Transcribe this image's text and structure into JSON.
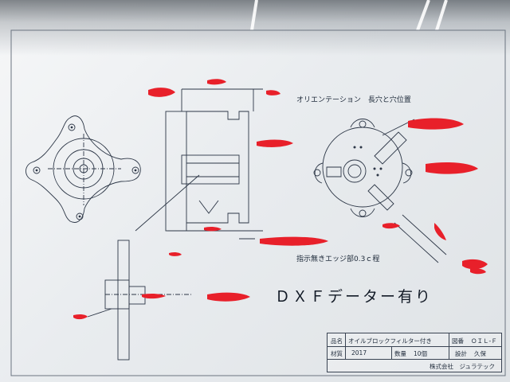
{
  "drawing": {
    "orientation_title": "オリエンテーション　長穴と穴位置",
    "chamfer_note": "指示無きエッジ部0.3ｃ程",
    "dxf_note": "ＤＸＦデーター有り"
  },
  "title_block": {
    "product_name_label": "品名",
    "product_name_value": "オイルブロックフィルター付き",
    "drawing_no_label": "図番",
    "drawing_no_value": "ＯＩＬ-Ｆ",
    "material_label": "材質",
    "material_value": "2017",
    "quantity_label": "数量",
    "quantity_value": "10個",
    "design_label": "設計",
    "design_value": "久保",
    "company_value": "株式会社　ジュラテック"
  },
  "colors": {
    "line": "#2c3646",
    "redaction": "#e8202a",
    "paper": "#f3f4f5"
  }
}
